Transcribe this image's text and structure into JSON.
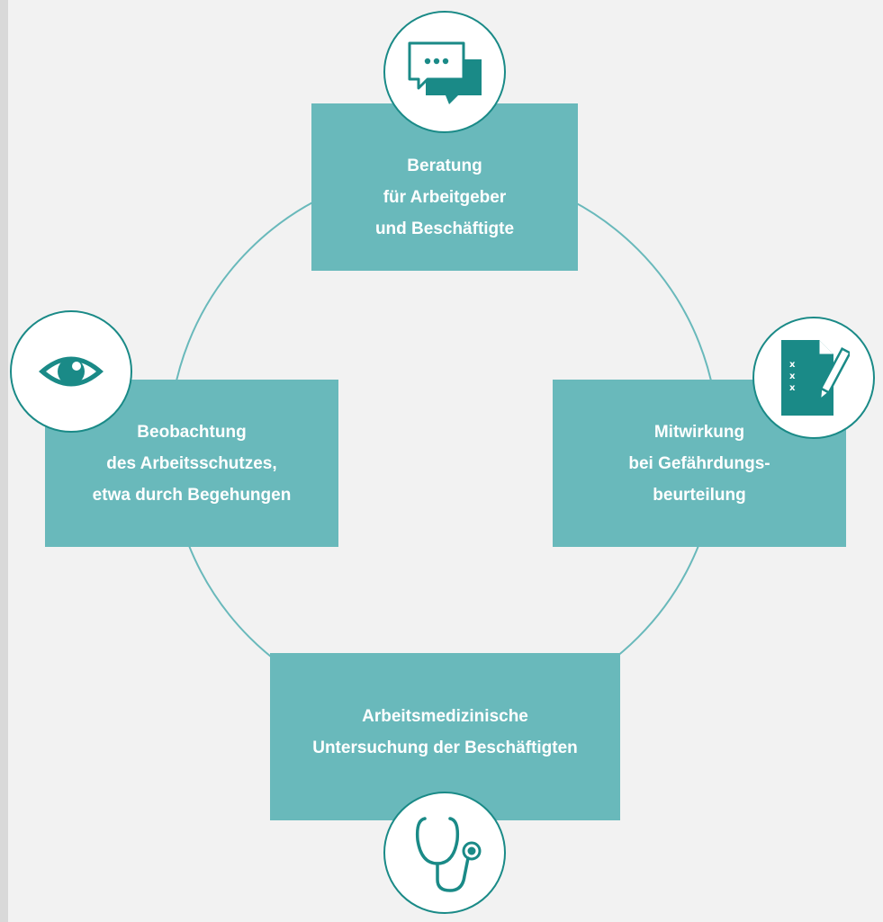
{
  "colors": {
    "background": "#f2f2f2",
    "box_fill": "#69b9bb",
    "ring_stroke": "#69b9bb",
    "icon_teal": "#1a8a87",
    "text": "#ffffff"
  },
  "nodes": {
    "top": {
      "icon": "speech-bubbles-icon",
      "lines": [
        "Beratung",
        "für Arbeitgeber",
        "und Beschäftigte"
      ]
    },
    "left": {
      "icon": "eye-icon",
      "lines": [
        "Beobachtung",
        "des Arbeitsschutzes,",
        "etwa durch Begehungen"
      ]
    },
    "right": {
      "icon": "checklist-document-pen-icon",
      "lines": [
        "Mitwirkung",
        "bei Gefährdungs-",
        "beurteilung"
      ]
    },
    "bottom": {
      "icon": "stethoscope-icon",
      "lines": [
        "Arbeitsmedizinische",
        "Untersuchung der Beschäftigten"
      ]
    }
  }
}
